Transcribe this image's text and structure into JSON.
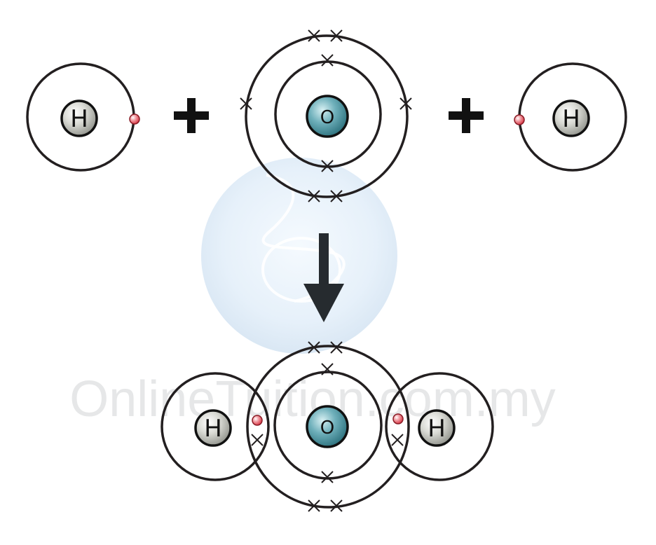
{
  "colors": {
    "shell": "#231f20",
    "hydrogen_nucleus": "#b9bab3",
    "oxygen_nucleus": "#3f8c99",
    "hydrogen_electron": "#e54a57",
    "arrow": "#262b2f",
    "watermark_globe": "#dcebf8",
    "watermark_text": "#d2d4d6"
  },
  "reactants": {
    "hydrogen_left": {
      "symbol": "H",
      "electron_marker": "dot"
    },
    "plus_left": "+",
    "oxygen": {
      "symbol": "O",
      "inner_shell_electrons": 2,
      "outer_shell_electrons": 6,
      "electron_marker": "cross"
    },
    "plus_right": "+",
    "hydrogen_right": {
      "symbol": "H",
      "electron_marker": "dot"
    }
  },
  "reaction_arrow": {
    "direction": "down",
    "icon": "arrow-down-icon"
  },
  "product": {
    "name": "water molecule",
    "atoms": [
      {
        "symbol": "H"
      },
      {
        "symbol": "O"
      },
      {
        "symbol": "H"
      }
    ],
    "shared_pairs": 2,
    "lone_pairs": 2
  },
  "watermark": {
    "text": "OnlineTuition.com.my",
    "icon": "globe-watermark-icon"
  }
}
